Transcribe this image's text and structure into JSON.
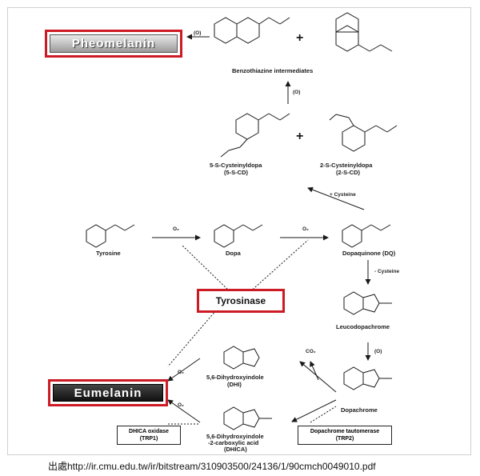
{
  "titles": {
    "pheomelanin": "Pheomelanin",
    "eumelanin": "Eumelanin",
    "tyrosinase": "Tyrosinase"
  },
  "compounds": {
    "benzothiazine": "Benzothiazine intermediates",
    "scd5_name": "5-S-Cysteinyldopa",
    "scd5_abbr": "(5-S-CD)",
    "scd2_name": "2-S-Cysteinyldopa",
    "scd2_abbr": "(2-S-CD)",
    "tyrosine": "Tyrosine",
    "dopa": "Dopa",
    "dopaquinone": "Dopaquinone (DQ)",
    "leucodopachrome": "Leucodopachrome",
    "dopachrome": "Dopachrome",
    "dhi_name": "5,6-Dihydroxyindole",
    "dhi_abbr": "(DHI)",
    "dhica_line1": "5,6-Dihydroxyindole",
    "dhica_line2": "-2-carboxylic acid",
    "dhica_abbr": "(DHICA)"
  },
  "reagents": {
    "o_top": "(O)",
    "o_benz": "(O)",
    "plus_cysteine": "+ Cysteine",
    "minus_cysteine": "- Cysteine",
    "o_leuco": "(O)",
    "co2": "CO₂",
    "o2_a": "O₂",
    "o2_b": "O₂",
    "o2_dhi": "O₂",
    "o2_dhica": "O₂"
  },
  "enzymes": {
    "dhica_oxidase_line1": "DHICA oxidase",
    "dhica_oxidase_line2": "(TRP1)",
    "dopachrome_taut_line1": "Dopachrome tautomerase",
    "dopachrome_taut_line2": "(TRP2)"
  },
  "source": "出處http://ir.cmu.edu.tw/ir/bitstream/310903500/24136/1/90cmch0049010.pdf",
  "colors": {
    "highlight_border": "#cc1b24",
    "line": "#1a1a1a"
  }
}
